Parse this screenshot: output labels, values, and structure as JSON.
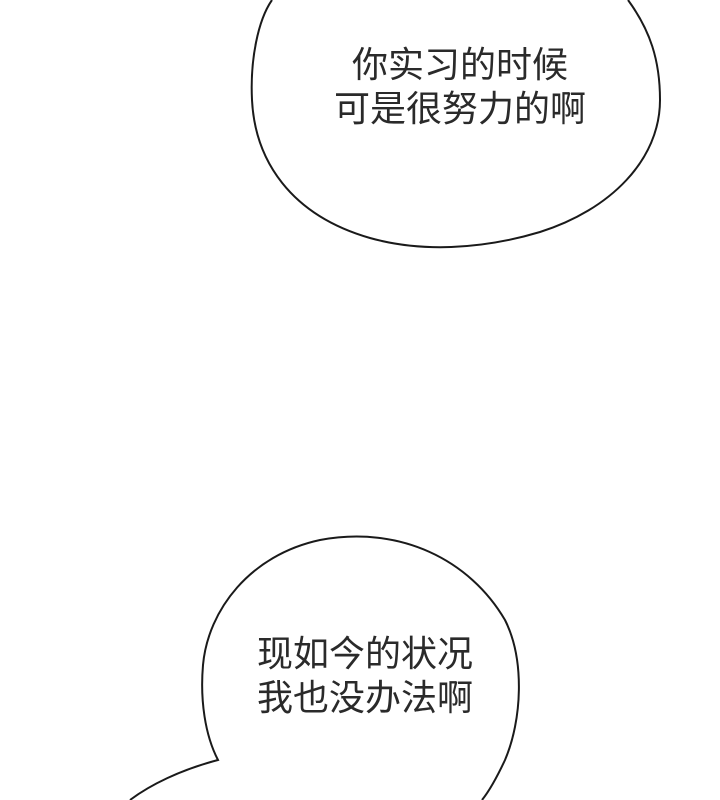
{
  "panel": {
    "background": "#ffffff",
    "bubbles": [
      {
        "id": "bubble-top",
        "lines": [
          "你实习的时候",
          "可是很努力的啊"
        ]
      },
      {
        "id": "bubble-bottom",
        "lines": [
          "现如今的状况",
          "我也没办法啊"
        ]
      }
    ],
    "stroke_color": "#1a1a1a",
    "text_color": "#2a2a2a"
  }
}
